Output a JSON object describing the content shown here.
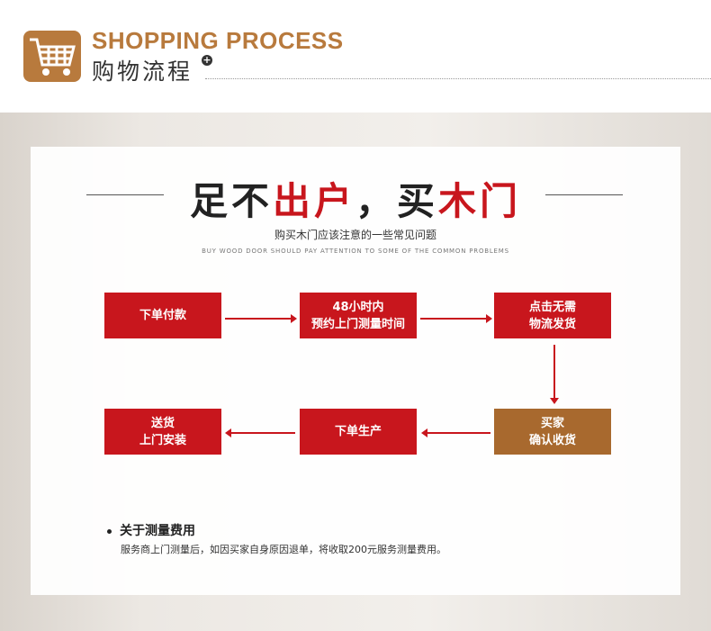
{
  "header": {
    "title_en": "SHOPPING PROCESS",
    "title_cn": "购物流程",
    "plus": "+",
    "brand_color": "#b87a3d"
  },
  "hero": {
    "title_parts": [
      "足不",
      "出户",
      "，买",
      "木门"
    ],
    "subtitle": "购买木门应该注意的一些常见问题",
    "subtitle_en": "BUY WOOD DOOR SHOULD PAY ATTENTION TO SOME OF THE COMMON PROBLEMS",
    "accent": "#c8161d"
  },
  "steps": [
    {
      "line1": "下单付款",
      "line2": ""
    },
    {
      "line1": "48小时内",
      "line2": "预约上门测量时间"
    },
    {
      "line1": "点击无需",
      "line2": "物流发货"
    },
    {
      "line1": "买家",
      "line2": "确认收货"
    },
    {
      "line1": "下单生产",
      "line2": ""
    },
    {
      "line1": "送货",
      "line2": "上门安装"
    }
  ],
  "note": {
    "heading": "关于测量费用",
    "body": "服务商上门测量后，如因买家自身原因退单，将收取200元服务测量费用。"
  }
}
